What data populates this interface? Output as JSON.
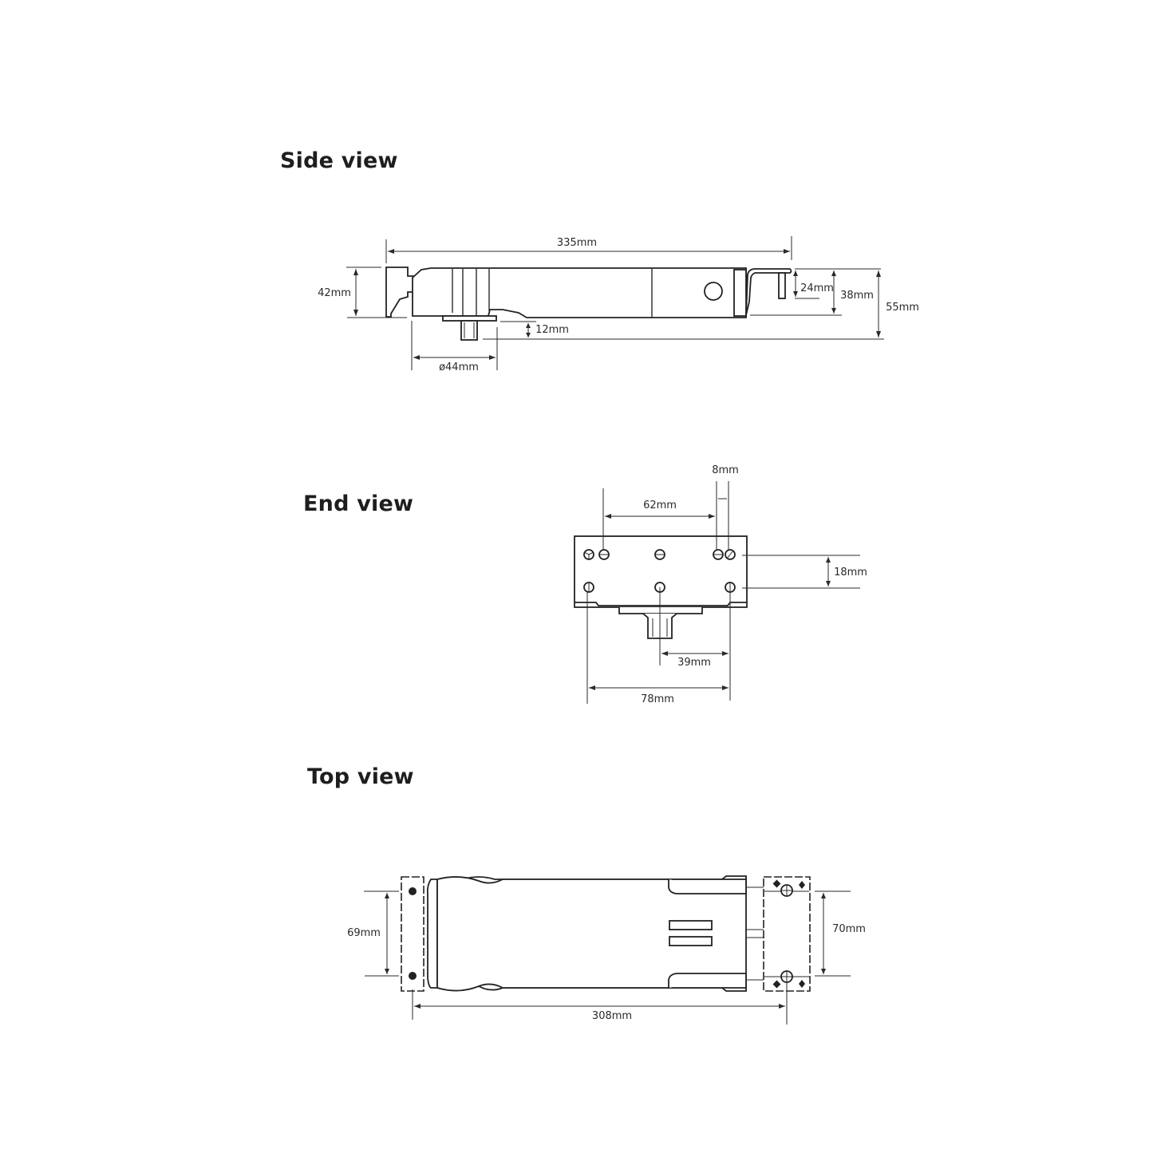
{
  "views": {
    "side": {
      "title": "Side view",
      "dimensions": {
        "overall_length": "335mm",
        "body_height": "42mm",
        "spindle": "12mm",
        "spindle_offset": "ø44mm",
        "arm_drop": "24mm",
        "arm_height": "38mm",
        "total_height": "55mm"
      }
    },
    "end": {
      "title": "End view",
      "dimensions": {
        "hole_gap": "8mm",
        "hole_spacing": "62mm",
        "row_spacing": "18mm",
        "spindle_to_hole": "39mm",
        "bottom_hole_spacing": "78mm"
      }
    },
    "top": {
      "title": "Top view",
      "dimensions": {
        "left_plate_holes": "69mm",
        "right_plate_holes": "70mm",
        "hole_to_hole_length": "308mm"
      }
    }
  }
}
